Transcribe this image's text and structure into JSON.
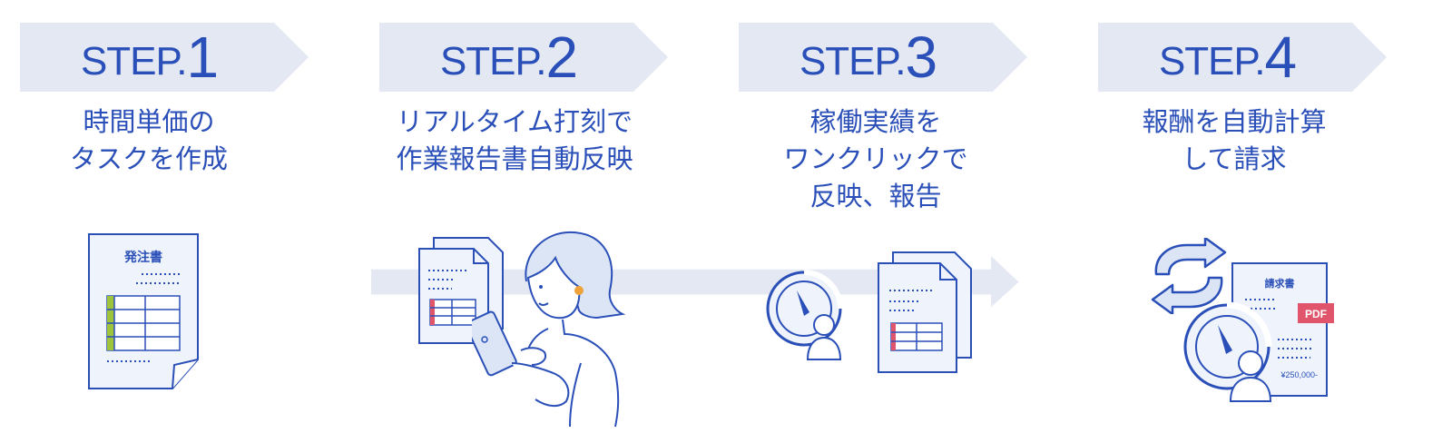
{
  "colors": {
    "accent": "#2a4fb8",
    "banner": "#e3e8f3",
    "band": "#e3e8f3",
    "doc_fill": "#eef3fc",
    "green": "#9fc33b",
    "red": "#e0556b"
  },
  "steps": [
    {
      "word": "STEP.",
      "number": "1",
      "lines": [
        "時間単価の",
        "タスクを作成"
      ]
    },
    {
      "word": "STEP.",
      "number": "2",
      "lines": [
        "リアルタイム打刻で",
        "作業報告書自動反映"
      ]
    },
    {
      "word": "STEP.",
      "number": "3",
      "lines": [
        "稼働実績を",
        "ワンクリックで",
        "反映、報告"
      ]
    },
    {
      "word": "STEP.",
      "number": "4",
      "lines": [
        "報酬を自動計算",
        "して請求"
      ]
    }
  ],
  "illustrations": {
    "order_doc_title": "発注書",
    "invoice_doc_title": "請求書",
    "pdf_badge": "PDF",
    "invoice_amount": "¥250,000-"
  }
}
